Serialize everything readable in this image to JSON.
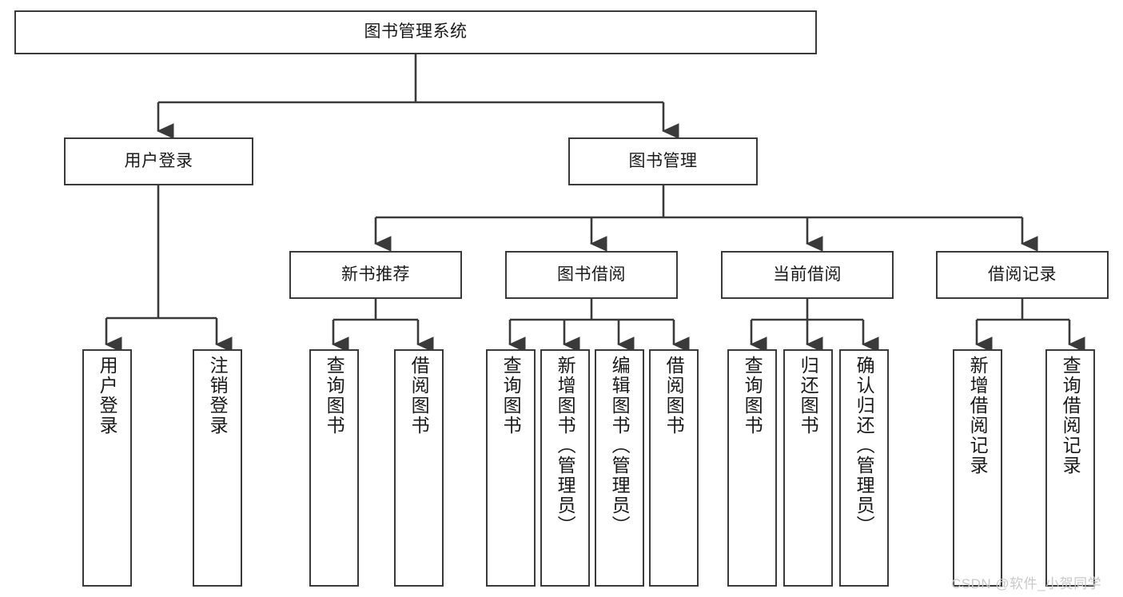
{
  "diagram": {
    "title": "图书管理系统",
    "watermark": "CSDN @软件_小贺同学",
    "root": {
      "label": "图书管理系统"
    },
    "level1": [
      {
        "label": "用户登录"
      },
      {
        "label": "图书管理"
      }
    ],
    "level2": [
      {
        "label": "新书推荐"
      },
      {
        "label": "图书借阅"
      },
      {
        "label": "当前借阅"
      },
      {
        "label": "借阅记录"
      }
    ],
    "leaves": {
      "user_login": [
        {
          "label": "用户登录"
        },
        {
          "label": "注销登录"
        }
      ],
      "new_book": [
        {
          "label": "查询图书"
        },
        {
          "label": "借阅图书"
        }
      ],
      "book_borrow": [
        {
          "label": "查询图书"
        },
        {
          "label": "新增图书（管理员）"
        },
        {
          "label": "编辑图书（管理员）"
        },
        {
          "label": "借阅图书"
        }
      ],
      "current_borrow": [
        {
          "label": "查询图书"
        },
        {
          "label": "归还图书"
        },
        {
          "label": "确认归还（管理员）"
        }
      ],
      "borrow_record": [
        {
          "label": "新增借阅记录"
        },
        {
          "label": "查询借阅记录"
        }
      ]
    },
    "colors": {
      "stroke": "#3a3a3a",
      "background": "#ffffff",
      "text": "#1a1a1a",
      "watermark": "#c9c9c9"
    }
  }
}
